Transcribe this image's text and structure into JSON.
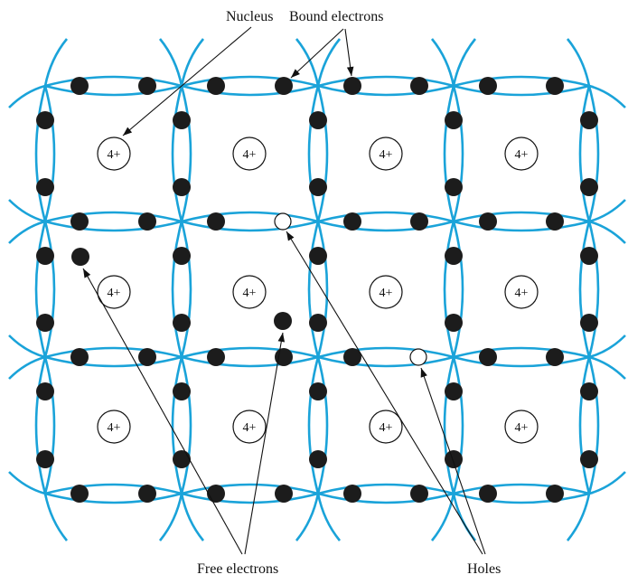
{
  "labels": {
    "nucleus": "Nucleus",
    "bound_electrons": "Bound electrons",
    "free_electrons": "Free electrons",
    "holes": "Holes"
  },
  "ion": {
    "charge_label": "4+"
  },
  "lattice": {
    "rows": 3,
    "cols": 4
  },
  "colors": {
    "bond": "#1aa3d9",
    "electron": "#1c1c1c",
    "text": "#111111",
    "hole_fill": "#ffffff"
  }
}
